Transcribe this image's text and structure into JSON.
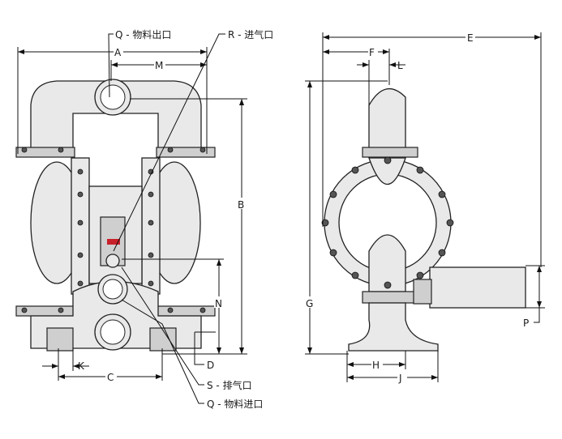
{
  "callouts": {
    "q_outlet": "Q - 物料出口",
    "r_air_inlet": "R - 进气口",
    "s_exhaust": "S - 排气口",
    "q_inlet": "Q - 物料进口"
  },
  "dimensions": {
    "a": "A",
    "b": "B",
    "c": "C",
    "d": "D",
    "e": "E",
    "f": "F",
    "g": "G",
    "h": "H",
    "j": "J",
    "k": "K",
    "l": "L",
    "m": "M",
    "n": "N",
    "p": "P"
  },
  "colors": {
    "line": "#111111",
    "body": "#e9e9e9",
    "badge": "#c8202a"
  }
}
